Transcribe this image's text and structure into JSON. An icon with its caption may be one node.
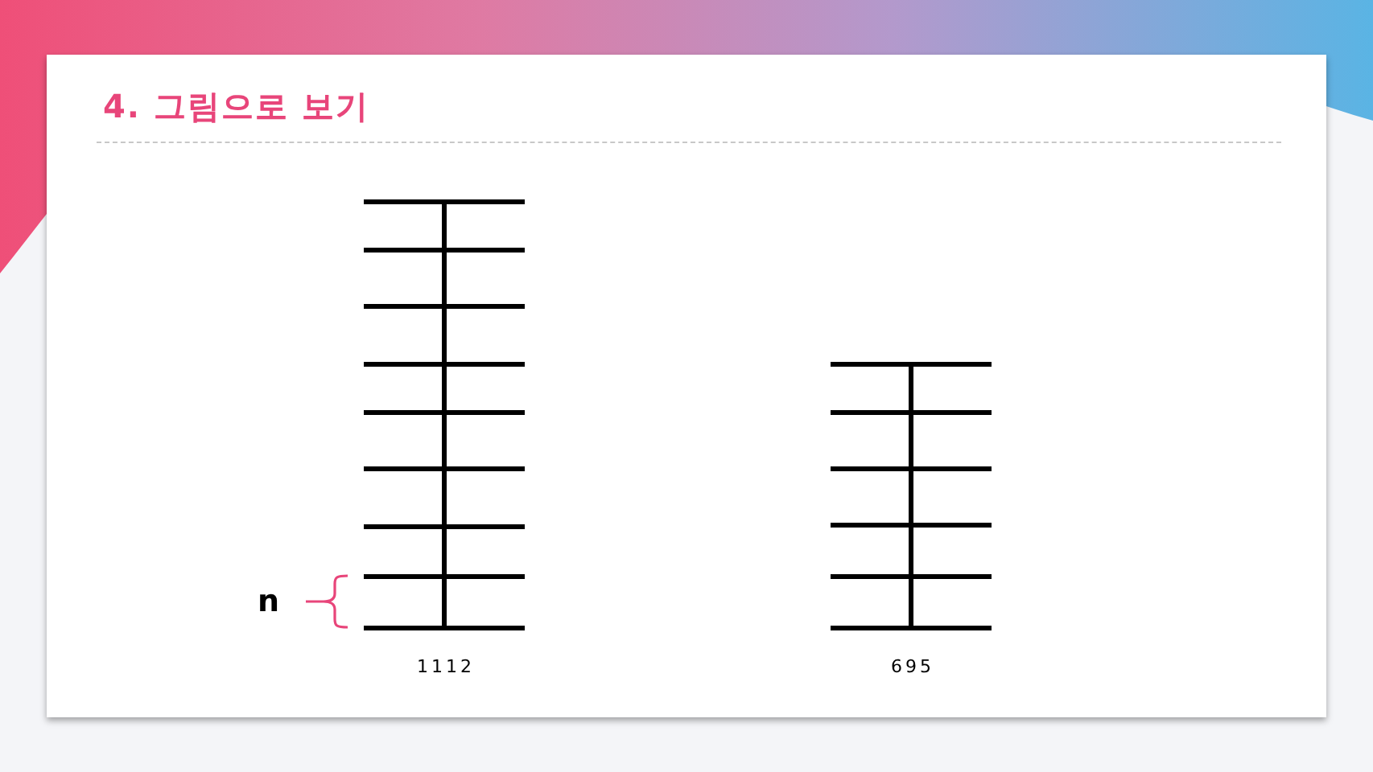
{
  "diagram": {
    "title": "4. 그림으로 보기",
    "labels": [
      "n",
      "1112",
      "695"
    ]
  }
}
